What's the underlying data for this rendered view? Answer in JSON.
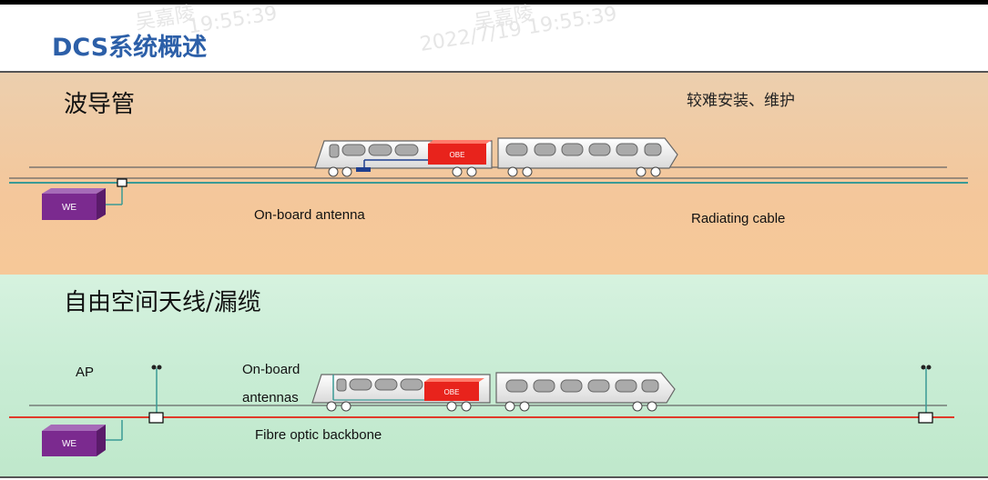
{
  "slide": {
    "title": "DCS系统概述",
    "watermarks": [
      "吴嘉陵",
      "19:55:39",
      "吴嘉陵",
      "2022/7/19 19:55:39"
    ]
  },
  "panel_waveguide": {
    "heading": "波导管",
    "note": "较难安装、维护",
    "we_label": "WE",
    "obe_label": "OBE",
    "onboard_antenna": "On-board antenna",
    "radiating_cable": "Radiating cable"
  },
  "panel_freespace": {
    "heading": "自由空间天线/漏缆",
    "ap_label": "AP",
    "onboard_label_1": "On-board",
    "onboard_label_2": "antennas",
    "we_label": "WE",
    "obe_label": "OBE",
    "backbone": "Fibre optic backbone"
  },
  "colors": {
    "title": "#2c5fa8",
    "we_box": "#7b2a8f",
    "obe_box": "#e8231c",
    "radiating_cable": "#3a9a95",
    "fibre_backbone": "#e03a2a"
  }
}
